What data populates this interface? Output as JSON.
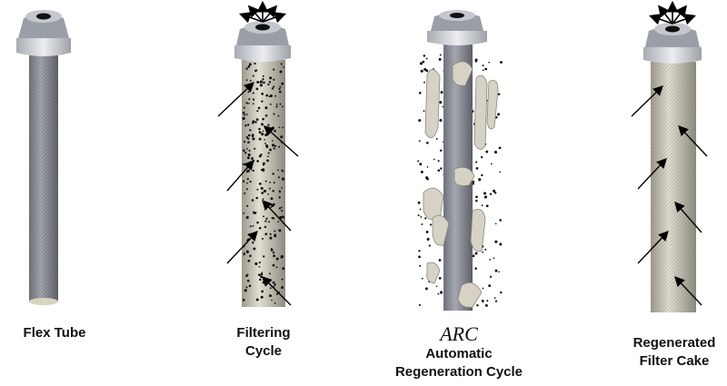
{
  "panels": [
    {
      "id": "flex-tube",
      "label_lines": [
        "Flex Tube"
      ]
    },
    {
      "id": "filtering-cycle",
      "label_lines": [
        "Filtering",
        "Cycle"
      ]
    },
    {
      "id": "arc",
      "acronym": "ARC",
      "label_lines": [
        "Automatic",
        "Regeneration Cycle"
      ]
    },
    {
      "id": "regenerated-filter-cake",
      "label_lines": [
        "Regenerated",
        "Filter Cake"
      ]
    }
  ],
  "colors": {
    "tube": "#8a8d96",
    "cake": "#c9c5b5",
    "cap": "#d8dbe0",
    "arrow": "#000000"
  }
}
